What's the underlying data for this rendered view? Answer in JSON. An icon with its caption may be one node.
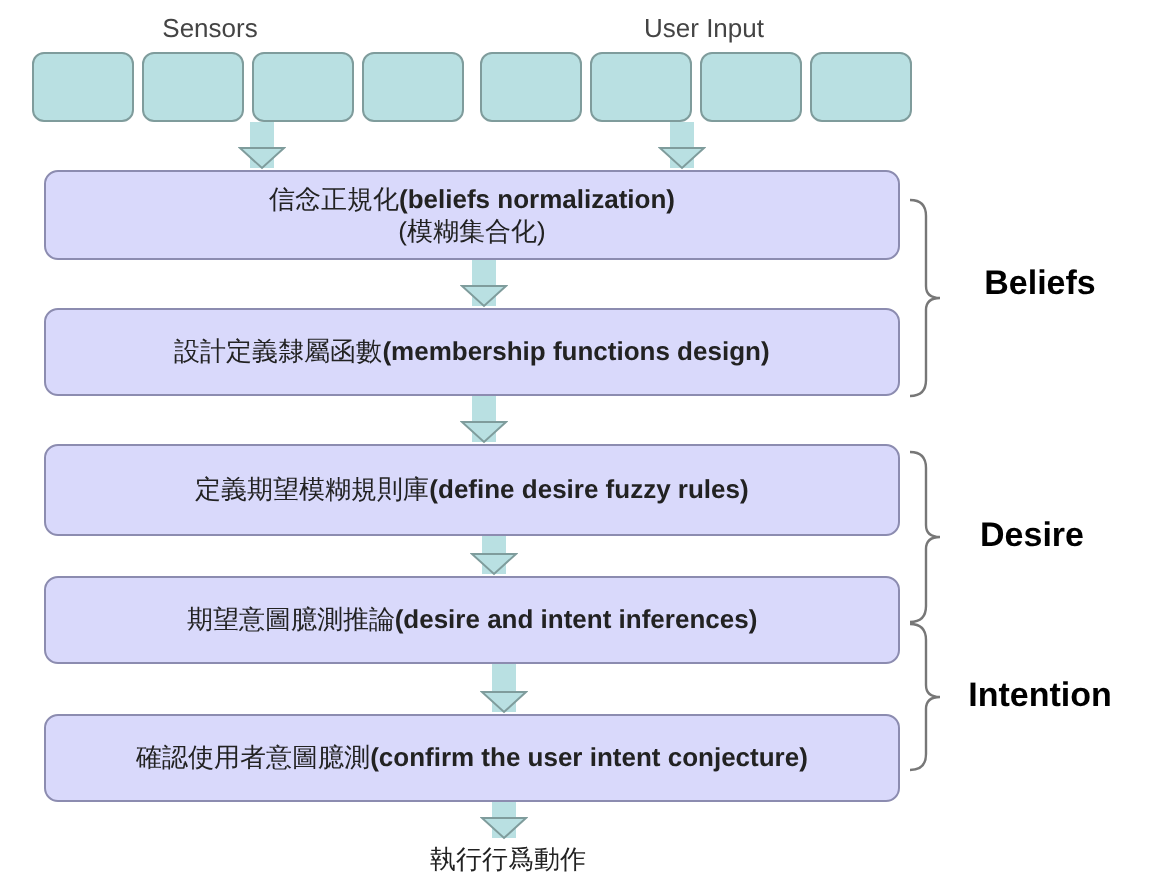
{
  "diagram": {
    "nodes": [
      {
        "text": [],
        "shape": "box"
      },
      {
        "text": [],
        "shape": "box"
      },
      {
        "text": [],
        "shape": "box"
      },
      {
        "text": [],
        "shape": "box"
      },
      {
        "text": [],
        "shape": "box"
      },
      {
        "text": [],
        "shape": "box"
      },
      {
        "text": [],
        "shape": "box"
      },
      {
        "text": [],
        "shape": "box"
      },
      {
        "text": [
          "信念正規化**(beliefs normalization)**",
          "(模糊集合化)"
        ]
      },
      {
        "text": [
          "設計定義隸屬函數**(membership functions design)**"
        ]
      },
      {
        "text": [
          "定義期望模糊規則庫**(define desire fuzzy rules)**"
        ]
      },
      {
        "text": [
          "期望意圖臆測推論**(desire and intent inferences)**"
        ]
      },
      {
        "text": [
          "確認使用者意圖臆測**(confirm the user intent conjecture)**"
        ]
      },
      {
        "text": [
          "執行行爲動作"
        ]
      }
    ],
    "edges": [
      {
        "from": 2,
        "to": 8,
        "arrow": "to"
      },
      {
        "from": 5,
        "to": 8,
        "arrow": "to"
      },
      {
        "from": 8,
        "to": 9,
        "arrow": "to"
      },
      {
        "from": 9,
        "to": 10,
        "arrow": "to"
      },
      {
        "from": 10,
        "to": 11,
        "arrow": "to"
      },
      {
        "from": 11,
        "to": 12,
        "arrow": "to"
      },
      {
        "from": 12,
        "to": 13,
        "arrow": "to"
      }
    ],
    "labels": [
      "Sensors",
      "User Input",
      "Beliefs",
      "Desire",
      "Intention"
    ]
  }
}
